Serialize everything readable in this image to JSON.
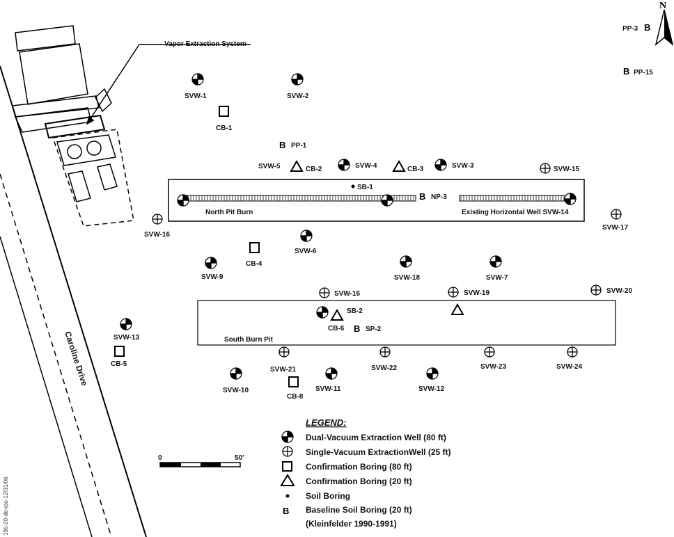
{
  "labels": {
    "vapor_extraction": "Vapor Extraction System",
    "road": "Caroline Drive",
    "north_pit": "North Pit Burn",
    "horizontal_well": "Existing Horizontal Well SVW-14",
    "south_pit": "South Burn Pit",
    "north": "N",
    "side_note": "195-20-db-rpo-12/31/06"
  },
  "dual_wells": [
    "SVW-1",
    "SVW-2",
    "SVW-4",
    "SVW-3",
    "SVW-6",
    "SVW-9",
    "SVW-18",
    "SVW-7",
    "SVW-13",
    "SVW-10",
    "SVW-11",
    "SVW-12"
  ],
  "single_wells": [
    "SVW-15",
    "SVW-16",
    "SVW-17",
    "SVW-16",
    "SVW-19",
    "SVW-20",
    "SVW-21",
    "SVW-22",
    "SVW-23",
    "SVW-24"
  ],
  "conf80": [
    "CB-1",
    "CB-4",
    "CB-5",
    "CB-8"
  ],
  "conf20": [
    "CB-2",
    "CB-3",
    "CB-6"
  ],
  "soil_borings": [
    "SB-1",
    "SB-2"
  ],
  "baseline": [
    "PP-1",
    "NP-3",
    "SP-2",
    "PP-3",
    "PP-15"
  ],
  "other_labels": [
    "SVW-5"
  ],
  "scale": {
    "start": "0",
    "end": "50'"
  },
  "legend": {
    "title": "LEGEND:",
    "items": [
      "Dual-Vacuum Extraction Well (80 ft)",
      "Single-Vacuum ExtractionWell (25 ft)",
      "Confirmation Boring (80 ft)",
      "Confirmation Boring (20 ft)",
      "Soil Boring",
      "Baseline Soil Boring (20 ft)",
      "(Kleinfelder 1990-1991)"
    ],
    "baseline_symbol": "B"
  }
}
